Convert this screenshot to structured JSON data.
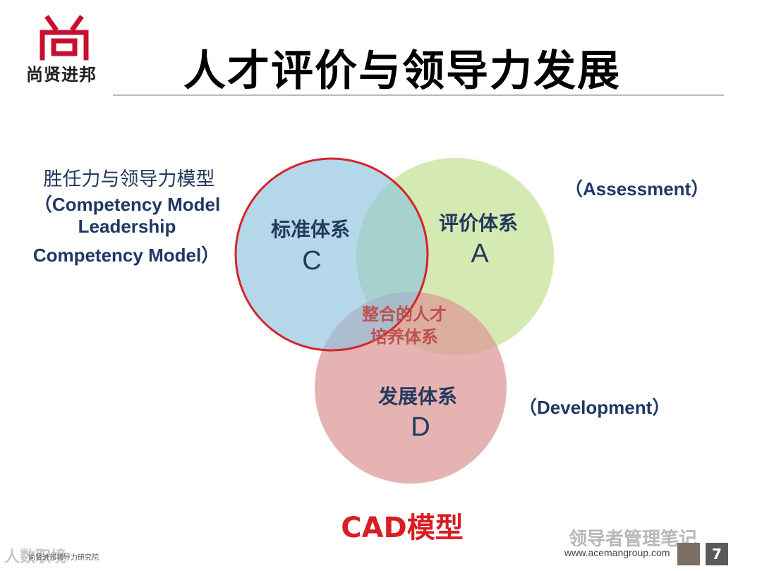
{
  "header": {
    "logo_text": "尚贤进邦",
    "title": "人才评价与领导力发展"
  },
  "diagram": {
    "circles": [
      {
        "id": "C",
        "name": "标准体系",
        "letter": "C",
        "fill": "#8cc3df",
        "stroke": "#d6242a"
      },
      {
        "id": "A",
        "name": "评价体系",
        "letter": "A",
        "fill": "#cde6a5",
        "stroke": "#cde6a5"
      },
      {
        "id": "D",
        "name": "发展体系",
        "letter": "D",
        "fill": "#dd9a99",
        "stroke": "#dd9a99"
      }
    ],
    "center_label_line1": "整合的人才",
    "center_label_line2": "培养体系",
    "center_label_color": "#c0504d",
    "competency_cn": "胜任力与领导力模型",
    "competency_en1": "（Competency Model",
    "competency_en2": "Leadership",
    "competency_en3": "Competency Model）",
    "assessment": "（Assessment）",
    "development": "（Development）",
    "caption": "CAD模型"
  },
  "footer": {
    "small_text": "尚贤进邦领导力研究院",
    "url": "www.acemangroup.com",
    "wechat": "领导者管理笔记",
    "watermark_left": "人数职境",
    "page_number": "7"
  },
  "colors": {
    "brand_red": "#c8102e",
    "text_navy": "#1f3864"
  }
}
